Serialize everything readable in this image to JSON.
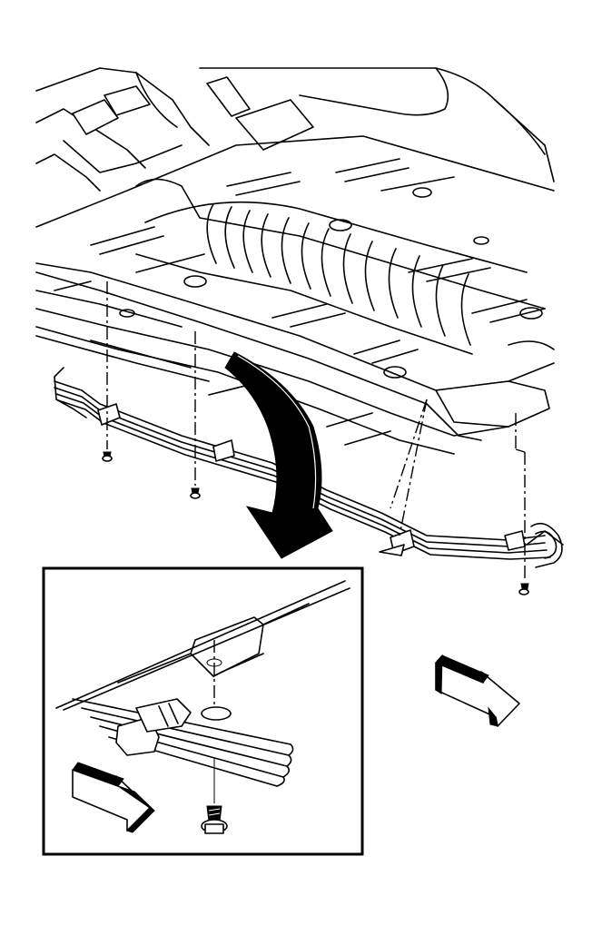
{
  "figure": {
    "description_labels": [],
    "colors": {
      "line": "#000000",
      "background": "#ffffff"
    },
    "parts": {
      "main_view": "underbody-floor-pan",
      "harness": "fuel-brake-line-bundle",
      "fasteners": [
        "retainer-bolt-left",
        "retainer-bolt-center",
        "retainer-bolt-right"
      ],
      "detail_view": "clip-retainer-detail",
      "indicator": "large-curved-arrow",
      "direction_arrows": [
        "forward-direction-arrow-main",
        "forward-direction-arrow-detail"
      ]
    }
  }
}
